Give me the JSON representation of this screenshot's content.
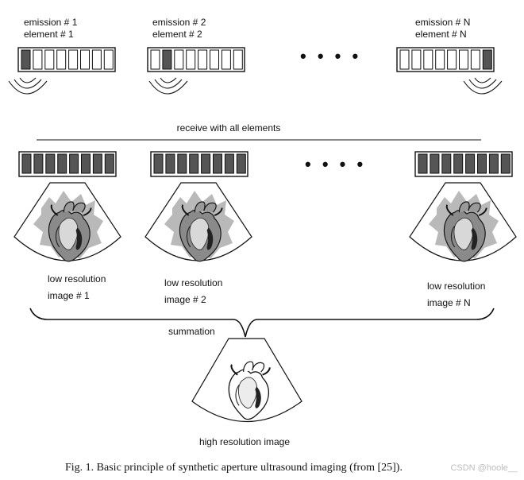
{
  "emissions": [
    {
      "emission": "emission # 1",
      "element": "element # 1",
      "active_index": 0
    },
    {
      "emission": "emission # 2",
      "element": "element # 2",
      "active_index": 1
    },
    {
      "emission": "emission # N",
      "element": "element # N",
      "active_index": 7
    }
  ],
  "ellipsis": "• • • •",
  "receive_label": "receive with all elements",
  "images": [
    {
      "line1": "low resolution",
      "line2": "image # 1"
    },
    {
      "line1": "low resolution",
      "line2": "image # 2"
    },
    {
      "line1": "low resolution",
      "line2": "image # N"
    }
  ],
  "summation_label": "summation",
  "result_label": "high resolution image",
  "caption": "Fig. 1.  Basic principle of synthetic aperture ultrasound imaging (from [25]).",
  "watermark": "CSDN @hoole__",
  "colors": {
    "ink": "#111111",
    "element_fill": "#555555",
    "halo": "#b9b9b9",
    "heart_muscle": "#8a8a8a",
    "chamber": "#d8d8d8"
  }
}
